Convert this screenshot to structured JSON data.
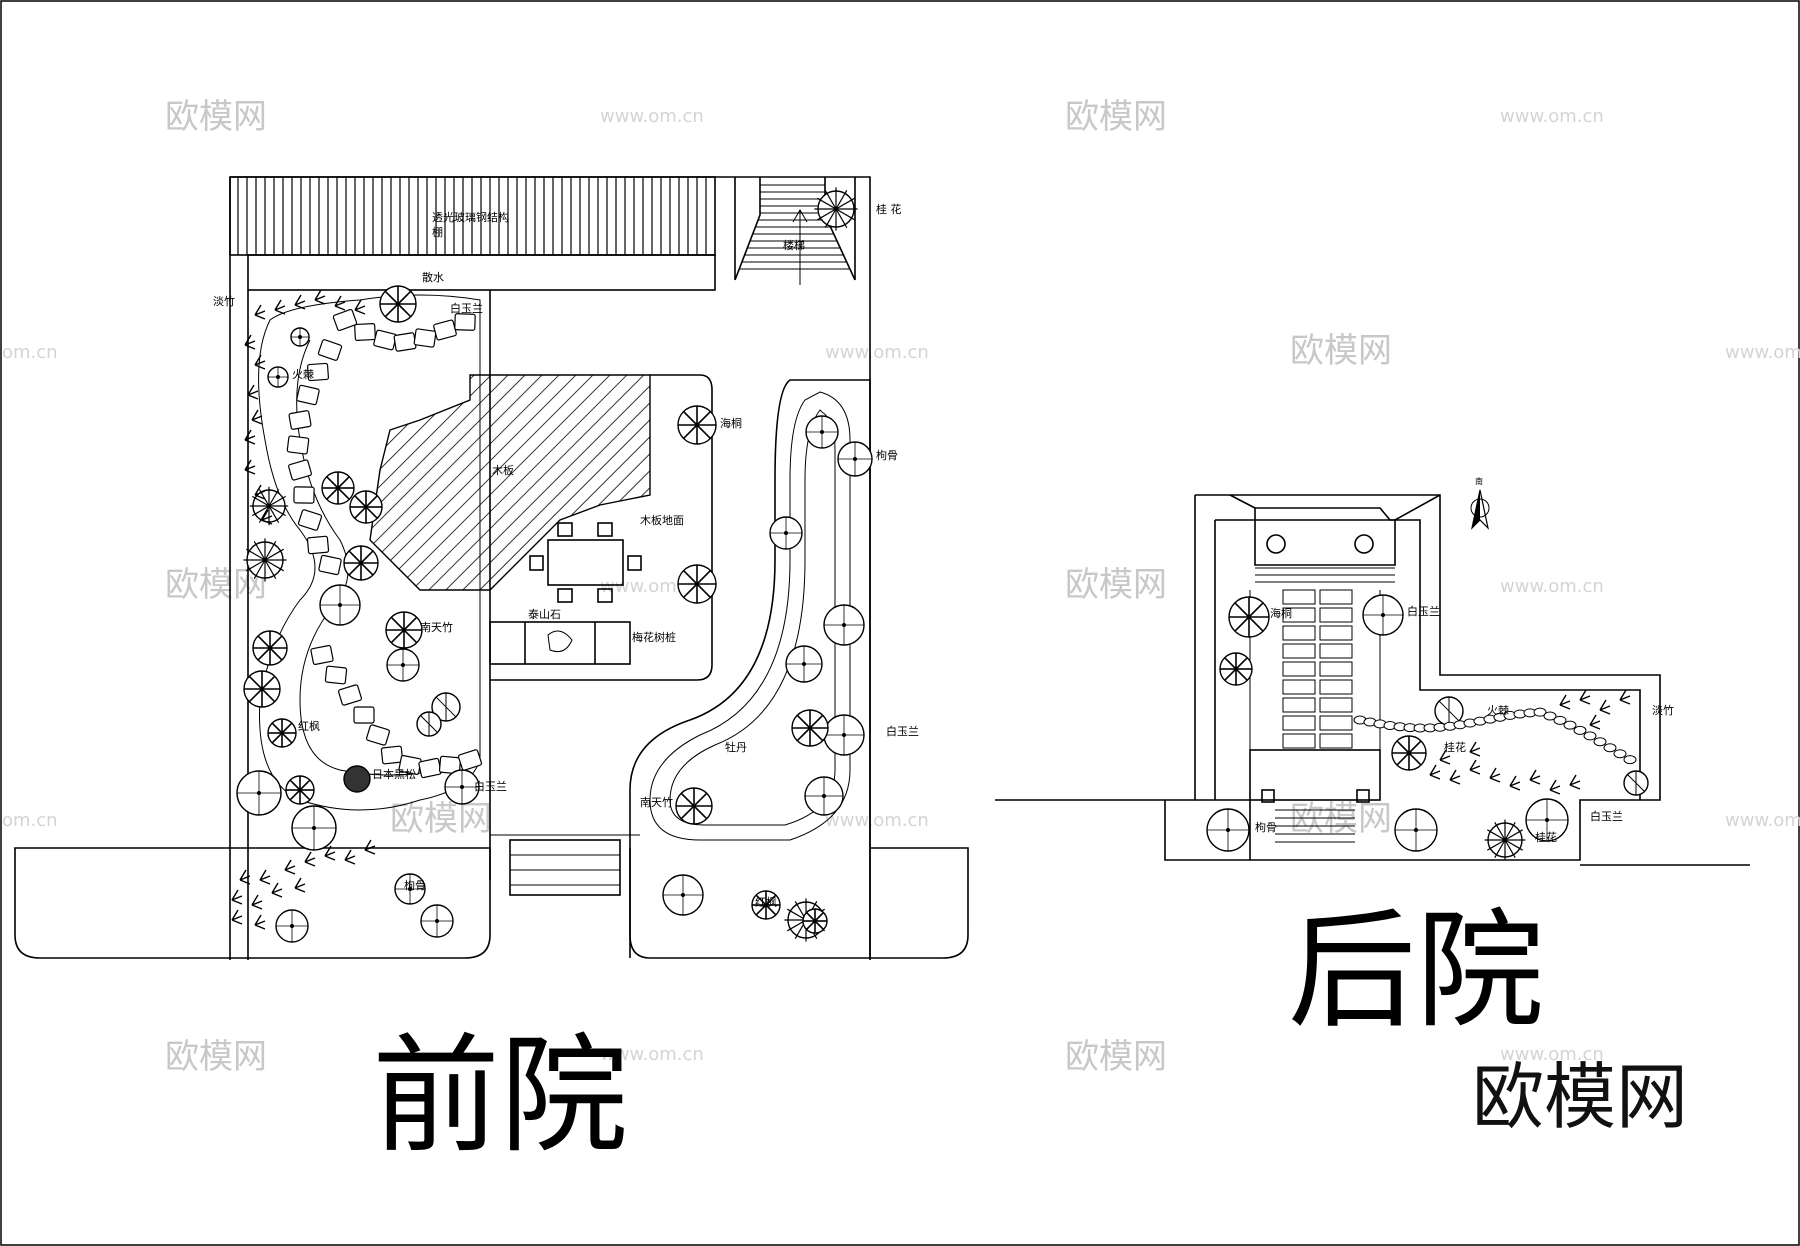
{
  "titles": {
    "front": "前院",
    "back": "后院",
    "brand": "欧模网"
  },
  "watermark": {
    "logo": "欧模网",
    "url": "www.om.cn",
    "url_edge": "om.cn"
  },
  "front_labels": {
    "pergola": "透光玻璃钢结构",
    "pergola_2": "棚",
    "drain": "散水",
    "stairs": "楼梯",
    "osmanthus": "桂 花",
    "bamboo": "淡竹",
    "magnolia_top": "白玉兰",
    "firethorn": "火棘",
    "wood_deck": "木板",
    "wood_floor": "木板地面",
    "haitong": "海桐",
    "gouyou_top": "枸骨",
    "nandina": "南天竹",
    "hongfeng_left": "红枫",
    "taishan_stone": "泰山石",
    "plum_stump": "梅花树桩",
    "peony": "牡丹",
    "magnolia_right": "白玉兰",
    "nandina_low": "南天竹",
    "japanese_pine": "日本黑松",
    "magnolia_low": "白玉兰",
    "gouyou_bottom": "枸骨",
    "hongfeng_bottom": "红枫"
  },
  "back_labels": {
    "north": "南",
    "haitong": "海桐",
    "magnolia_top": "白玉兰",
    "firethorn": "火棘",
    "bamboo": "淡竹",
    "osmanthus": "桂花",
    "gouyou": "枸骨",
    "magnolia_bottom": "白玉兰",
    "osmanthus_bottom": "桂花"
  }
}
